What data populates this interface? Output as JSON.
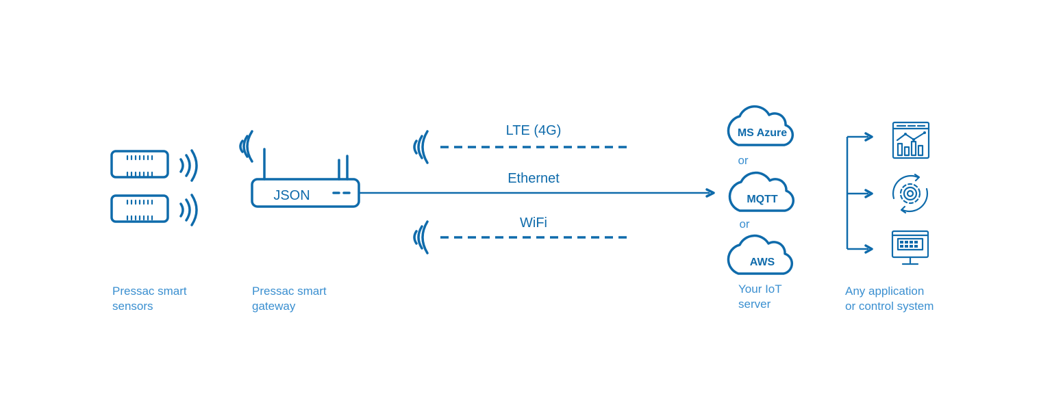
{
  "colors": {
    "primary": "#0f6bab",
    "caption": "#3a8fd0",
    "background": "#ffffff"
  },
  "nodes": {
    "sensors": {
      "icon": "sensor-device-icon",
      "caption_line1": "Pressac smart",
      "caption_line2": "sensors"
    },
    "gateway": {
      "icon": "router-icon",
      "label": "JSON",
      "caption_line1": "Pressac smart",
      "caption_line2": "gateway"
    },
    "server": {
      "caption_line1": "Your IoT",
      "caption_line2": "server"
    },
    "apps": {
      "caption_line1": "Any application",
      "caption_line2": "or control system"
    }
  },
  "connections": [
    {
      "label": "LTE (4G)",
      "style": "dashed",
      "icon": "wireless-signal-icon"
    },
    {
      "label": "Ethernet",
      "style": "solid-arrow"
    },
    {
      "label": "WiFi",
      "style": "dashed",
      "icon": "wireless-signal-icon"
    }
  ],
  "clouds": [
    {
      "label": "MS Azure",
      "icon": "cloud-icon"
    },
    {
      "label": "MQTT",
      "icon": "cloud-icon"
    },
    {
      "label": "AWS",
      "icon": "cloud-icon"
    }
  ],
  "or_labels": [
    "or",
    "or"
  ],
  "app_icons": [
    "dashboard-chart-icon",
    "gear-cycle-icon",
    "control-panel-monitor-icon"
  ]
}
